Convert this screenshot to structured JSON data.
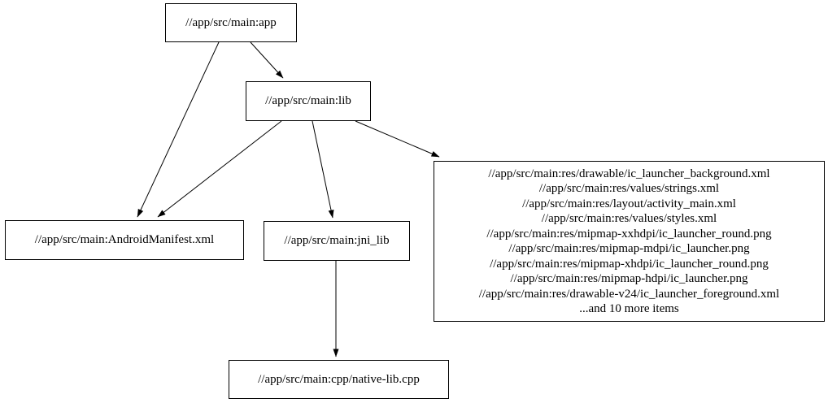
{
  "graph": {
    "nodes": {
      "app": {
        "label": "//app/src/main:app"
      },
      "lib": {
        "label": "//app/src/main:lib"
      },
      "manifest": {
        "label": "//app/src/main:AndroidManifest.xml"
      },
      "jni_lib": {
        "label": "//app/src/main:jni_lib"
      },
      "res": {
        "lines": [
          "//app/src/main:res/drawable/ic_launcher_background.xml",
          "//app/src/main:res/values/strings.xml",
          "//app/src/main:res/layout/activity_main.xml",
          "//app/src/main:res/values/styles.xml",
          "//app/src/main:res/mipmap-xxhdpi/ic_launcher_round.png",
          "//app/src/main:res/mipmap-mdpi/ic_launcher.png",
          "//app/src/main:res/mipmap-xhdpi/ic_launcher_round.png",
          "//app/src/main:res/mipmap-hdpi/ic_launcher.png",
          "//app/src/main:res/drawable-v24/ic_launcher_foreground.xml",
          "...and 10 more items"
        ]
      },
      "cpp": {
        "label": "//app/src/main:cpp/native-lib.cpp"
      }
    },
    "edges": [
      {
        "from": "app",
        "to": "lib"
      },
      {
        "from": "app",
        "to": "manifest"
      },
      {
        "from": "lib",
        "to": "manifest"
      },
      {
        "from": "lib",
        "to": "jni_lib"
      },
      {
        "from": "lib",
        "to": "res"
      },
      {
        "from": "jni_lib",
        "to": "cpp"
      }
    ],
    "colors": {
      "stroke": "#000000",
      "background": "#ffffff",
      "text": "#000000"
    }
  }
}
